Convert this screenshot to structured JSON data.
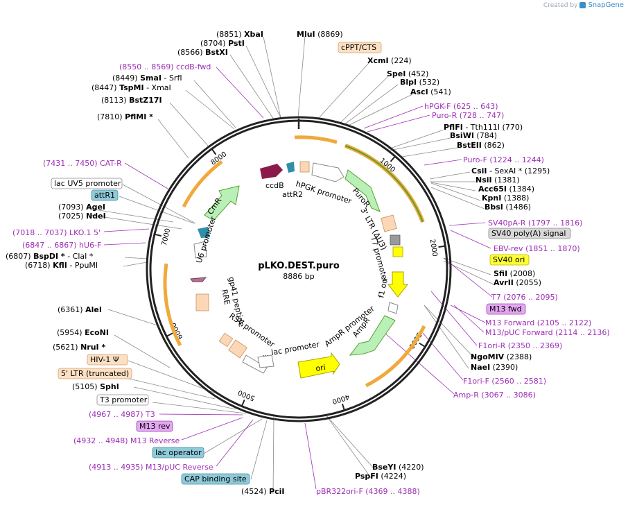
{
  "credit": {
    "prefix": "Created by",
    "brand": "SnapGene"
  },
  "plasmid": {
    "name": "pLKO.DEST.puro",
    "size": "8886 bp"
  },
  "ticks": [
    "1000",
    "2000",
    "3000",
    "4000",
    "5000",
    "6000",
    "7000",
    "8000"
  ],
  "enzymes": [
    {
      "pre": "(8851)",
      "name": "XbaI",
      "post": ""
    },
    {
      "pre": "(8704)",
      "name": "PstI",
      "post": ""
    },
    {
      "pre": "(8566)",
      "name": "BstXI",
      "post": ""
    },
    {
      "pre": "(8449)",
      "name": "SmaI",
      "post": "- SrfI"
    },
    {
      "pre": "(8447)",
      "name": "TspMI",
      "post": "- XmaI"
    },
    {
      "pre": "(8113)",
      "name": "BstZ17I",
      "post": ""
    },
    {
      "pre": "(7810)",
      "name": "PflMI *",
      "post": ""
    },
    {
      "pre": "",
      "name": "MluI",
      "post": "(8869)"
    },
    {
      "pre": "",
      "name": "XcmI",
      "post": "(224)"
    },
    {
      "pre": "",
      "name": "SpeI",
      "post": "(452)"
    },
    {
      "pre": "",
      "name": "BlpI",
      "post": "(532)"
    },
    {
      "pre": "",
      "name": "AscI",
      "post": "(541)"
    },
    {
      "pre": "",
      "name": "PflFI",
      "post": "- Tth111I   (770)"
    },
    {
      "pre": "",
      "name": "BsiWI",
      "post": "(784)"
    },
    {
      "pre": "",
      "name": "BstEII",
      "post": "(862)"
    },
    {
      "pre": "",
      "name": "CsiI",
      "post": "- SexAI *   (1295)"
    },
    {
      "pre": "",
      "name": "NsiI",
      "post": "(1381)"
    },
    {
      "pre": "",
      "name": "Acc65I",
      "post": "(1384)"
    },
    {
      "pre": "",
      "name": "KpnI",
      "post": "(1388)"
    },
    {
      "pre": "",
      "name": "BbsI",
      "post": "(1486)"
    },
    {
      "pre": "",
      "name": "SfiI",
      "post": "(2008)"
    },
    {
      "pre": "",
      "name": "AvrII",
      "post": "(2055)"
    },
    {
      "pre": "",
      "name": "NgoMIV",
      "post": "(2388)"
    },
    {
      "pre": "",
      "name": "NaeI",
      "post": "(2390)"
    },
    {
      "pre": "",
      "name": "BseYI",
      "post": "(4220)"
    },
    {
      "pre": "",
      "name": "PspFI",
      "post": "(4224)"
    },
    {
      "pre": "(4524)",
      "name": "PciI",
      "post": ""
    },
    {
      "pre": "(5105)",
      "name": "SphI",
      "post": ""
    },
    {
      "pre": "(5621)",
      "name": "NruI *",
      "post": ""
    },
    {
      "pre": "(5954)",
      "name": "EcoNI",
      "post": ""
    },
    {
      "pre": "(6361)",
      "name": "AleI",
      "post": ""
    },
    {
      "pre": "(6718)",
      "name": "KflI",
      "post": "- PpuMI"
    },
    {
      "pre": "(6807)",
      "name": "BspDI *",
      "post": "- ClaI *"
    },
    {
      "pre": "(7025)",
      "name": "NdeI",
      "post": ""
    },
    {
      "pre": "(7093)",
      "name": "AgeI",
      "post": ""
    }
  ],
  "primers": [
    "(8550 .. 8569)  ccdB-fwd",
    "hPGK-F   (625 .. 643)",
    "Puro-R   (728 .. 747)",
    "Puro-F   (1224 .. 1244)",
    "SV40pA-R   (1797 .. 1816)",
    "EBV-rev   (1851 .. 1870)",
    "T7   (2076 .. 2095)",
    "M13 Forward   (2105 .. 2122)",
    "M13/pUC Forward   (2114 .. 2136)",
    "F1ori-R   (2350 .. 2369)",
    "F1ori-F   (2560 .. 2581)",
    "Amp-R   (3067 .. 3086)",
    "pBR322ori-F   (4369 .. 4388)",
    "(4967 .. 4987)  T3",
    "(4932 .. 4948)  M13 Reverse",
    "(4913 .. 4935)  M13/pUC Reverse",
    "(7431 .. 7450)  CAT-R",
    "(7018 .. 7037)  LKO.1 5'",
    "(6847 .. 6867)  hU6-F"
  ],
  "boxed": [
    {
      "label": "cPPT/CTS",
      "fill": "#fbe0c3",
      "stroke": "#d8a070",
      "color": "#000000"
    },
    {
      "label": "SV40 poly(A) signal",
      "fill": "#d8d8d8",
      "stroke": "#8a8a8a",
      "color": "#000000"
    },
    {
      "label": "SV40 ori",
      "fill": "#ffff33",
      "stroke": "#b5b500",
      "color": "#000000"
    },
    {
      "label": "M13 fwd",
      "fill": "#e3a7f0",
      "stroke": "#a048b8",
      "color": "#000000"
    },
    {
      "label": "lac UV5 promoter",
      "fill": "#ffffff",
      "stroke": "#8a8a8a",
      "color": "#000000"
    },
    {
      "label": "attR1",
      "fill": "#8fcad9",
      "stroke": "#4a8ea0",
      "color": "#000000"
    },
    {
      "label": "HIV-1 Ψ",
      "fill": "#fbe0c3",
      "stroke": "#d8a070",
      "color": "#000000"
    },
    {
      "label": "5' LTR (truncated)",
      "fill": "#fbe0c3",
      "stroke": "#d8a070",
      "color": "#000000"
    },
    {
      "label": "T3 promoter",
      "fill": "#ffffff",
      "stroke": "#8a8a8a",
      "color": "#000000"
    },
    {
      "label": "M13 rev",
      "fill": "#e3a7f0",
      "stroke": "#a048b8",
      "color": "#000000"
    },
    {
      "label": "lac operator",
      "fill": "#8fcad9",
      "stroke": "#4a8ea0",
      "color": "#000000"
    },
    {
      "label": "CAP binding site",
      "fill": "#8fcad9",
      "stroke": "#4a8ea0",
      "color": "#000000"
    }
  ],
  "features": [
    "ccdB",
    "attR2",
    "hPGK promoter",
    "PuroR",
    "3' LTR (ΔU3)",
    "T7 promoter",
    "f1 ori",
    "AmpR promoter",
    "AmpR",
    "lac promoter",
    "ori",
    "RSV promoter",
    "RRE",
    "gp41 peptide",
    "U6 promoter",
    "CmR"
  ],
  "colors": {
    "primer": "#9d2db5",
    "backbone": "#222222",
    "orange_arc": "#f0a93a",
    "green_arc": "#5aa02c",
    "puro_green": "#b8f0b8",
    "ori_yellow": "#ffff00",
    "ccdB": "#8b1a4a",
    "attR": "#2f8fa8",
    "ltr_peach": "#fcd7b6"
  }
}
